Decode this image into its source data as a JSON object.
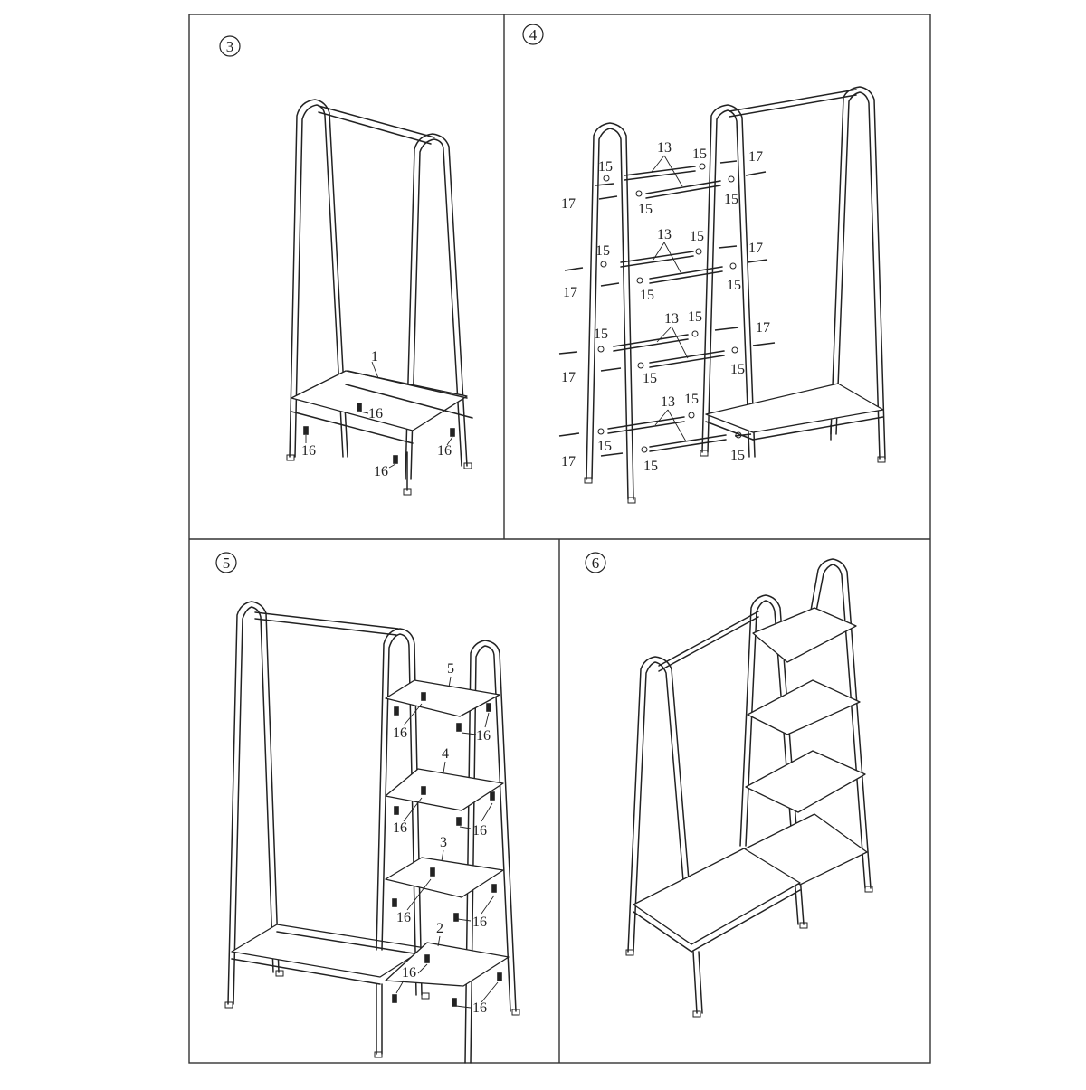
{
  "steps": [
    {
      "number": "3",
      "labels": {
        "frame_part": "1",
        "screw": "16"
      }
    },
    {
      "number": "4",
      "labels": {
        "bar": "13",
        "nut": "15",
        "bolt": "17"
      }
    },
    {
      "number": "5",
      "labels": {
        "shelf_top": "5",
        "shelf_2": "4",
        "shelf_3": "3",
        "shelf_bottom": "2",
        "screw": "16"
      }
    },
    {
      "number": "6",
      "labels": {}
    }
  ],
  "icons": {
    "screw": "screw-icon",
    "bolt": "bolt-icon",
    "nut": "barrel-nut-icon"
  }
}
